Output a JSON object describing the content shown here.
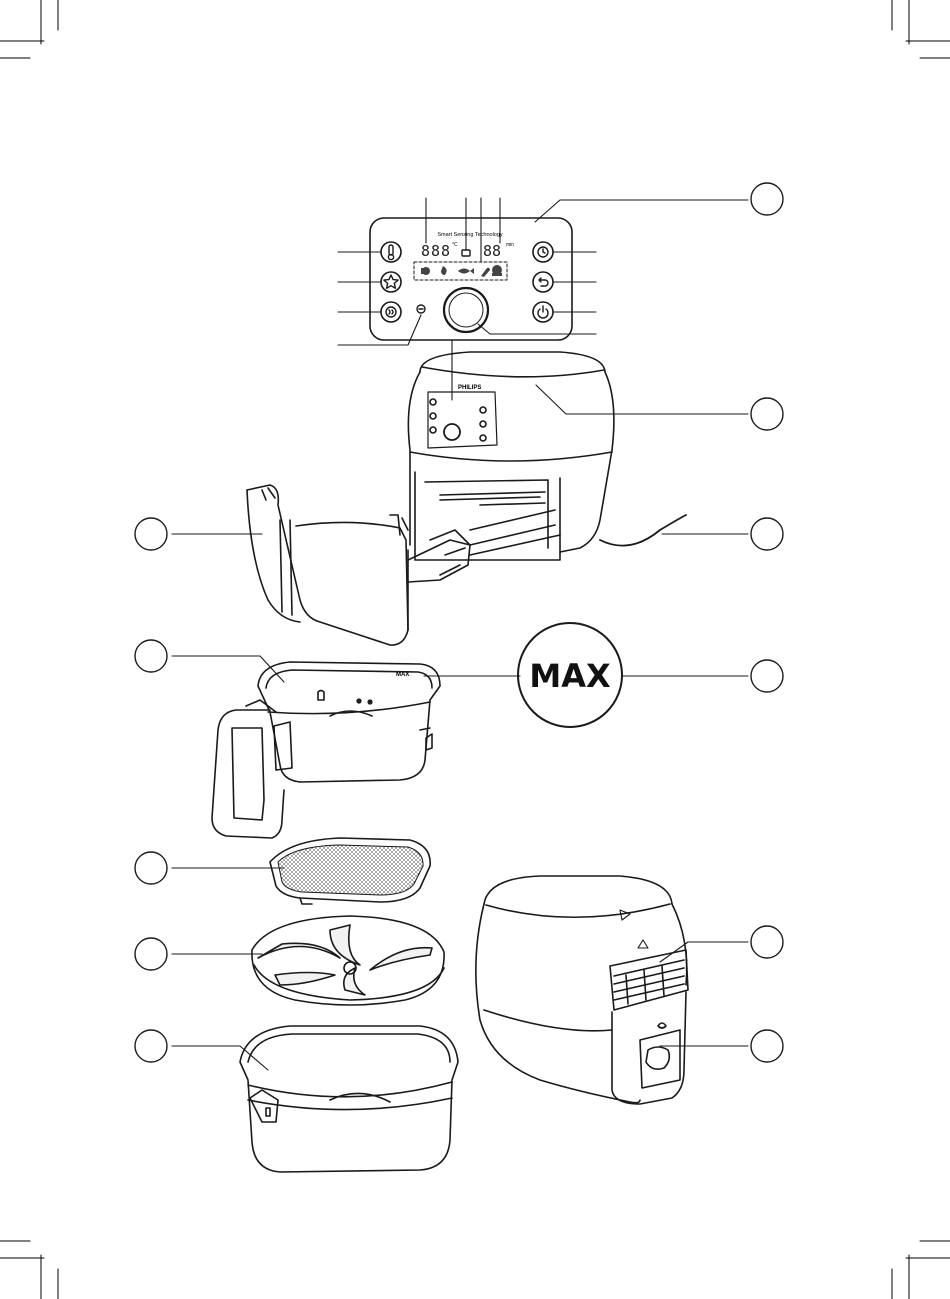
{
  "panel": {
    "brand_strip": "Smart Sensing Technology",
    "temp_display": "888",
    "temp_unit": "°C",
    "time_display": "88",
    "time_unit": "min"
  },
  "appliance": {
    "brand": "PHILIPS"
  },
  "basket": {
    "max_small": "MAX"
  },
  "max_callout": {
    "text": "MAX"
  },
  "icons": {
    "left_buttons": [
      "thermometer-icon",
      "star-icon",
      "keep-warm-icon"
    ],
    "right_buttons": [
      "timer-icon",
      "back-icon",
      "power-icon"
    ],
    "presets": [
      "frozen-fries-icon",
      "drumstick-icon",
      "fish-icon",
      "meat-icon",
      "cake-icon"
    ]
  }
}
